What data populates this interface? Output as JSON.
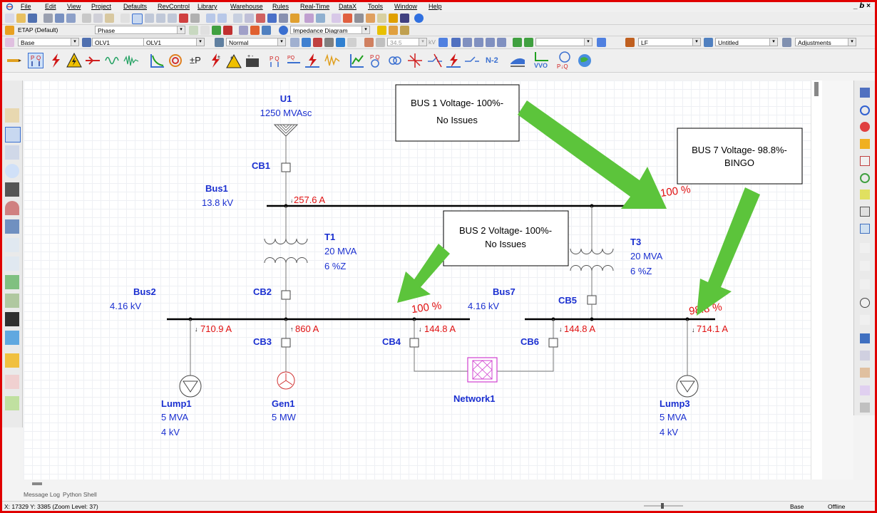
{
  "menu": [
    "File",
    "Edit",
    "View",
    "Project",
    "Defaults",
    "RevControl",
    "Library",
    "Warehouse",
    "Rules",
    "Real-Time",
    "DataX",
    "Tools",
    "Window",
    "Help"
  ],
  "window_controls": "_ 𝙗 ×",
  "toolbar2": {
    "project_combo": "ETAP (Default)",
    "phase_combo": "Phase",
    "diagram_combo": "Impedance Diagram"
  },
  "toolbar3": {
    "revision_combo": "Base",
    "olv1_combo_a": "OLV1",
    "olv1_combo_b": "OLV1",
    "display_combo": "Normal",
    "kv_value": "34.5",
    "kv_unit": "kV",
    "study_combo": "LF",
    "config_combo": "Untitled",
    "adjust_combo": "Adjustments"
  },
  "toolbar4": {
    "n2_label": "N-2",
    "vvo_label": "VVO",
    "pq_label": "P↓Q"
  },
  "diagram": {
    "utility": {
      "name": "U1",
      "rating": "1250 MVAsc"
    },
    "breakers": {
      "cb1": "CB1",
      "cb2": "CB2",
      "cb3": "CB3",
      "cb4": "CB4",
      "cb5": "CB5",
      "cb6": "CB6"
    },
    "bus1": {
      "name": "Bus1",
      "kv": "13.8 kV",
      "current": "257.6 A",
      "voltage": "100 %"
    },
    "bus2": {
      "name": "Bus2",
      "kv": "4.16 kV",
      "voltage": "100 %"
    },
    "bus7": {
      "name": "Bus7",
      "kv": "4.16 kV",
      "voltage": "98.8 %"
    },
    "t1": {
      "name": "T1",
      "mva": "20 MVA",
      "z": "6 %Z"
    },
    "t3": {
      "name": "T3",
      "mva": "20 MVA",
      "z": "6 %Z"
    },
    "currents": {
      "lump1": "710.9 A",
      "gen1": "860 A",
      "cb4": "144.8 A",
      "cb6": "144.8 A",
      "lump3": "714.1 A"
    },
    "lump1": {
      "name": "Lump1",
      "mva": "5 MVA",
      "kv": "4 kV"
    },
    "gen1": {
      "name": "Gen1",
      "mw": "5 MW"
    },
    "network1": {
      "name": "Network1"
    },
    "lump3": {
      "name": "Lump3",
      "mva": "5 MVA",
      "kv": "4 kV"
    }
  },
  "callouts": {
    "bus1": {
      "line1": "BUS 1 Voltage- 100%-",
      "line2": "No Issues"
    },
    "bus2": {
      "line1": "BUS 2 Voltage- 100%-",
      "line2": "No Issues"
    },
    "bus7": {
      "line1": "BUS 7 Voltage- 98.8%-",
      "line2": "BINGO"
    }
  },
  "log_tabs": [
    "Message Log",
    "Python Shell"
  ],
  "status": {
    "coords": "X: 17329    Y: 3385 (Zoom Level: 37)",
    "mode": "Base",
    "connection": "Offline"
  },
  "colors": {
    "accent_red": "#e00000",
    "label_blue": "#1a2fd0",
    "value_red": "#e01010",
    "arrow_green": "#5cc43b"
  }
}
